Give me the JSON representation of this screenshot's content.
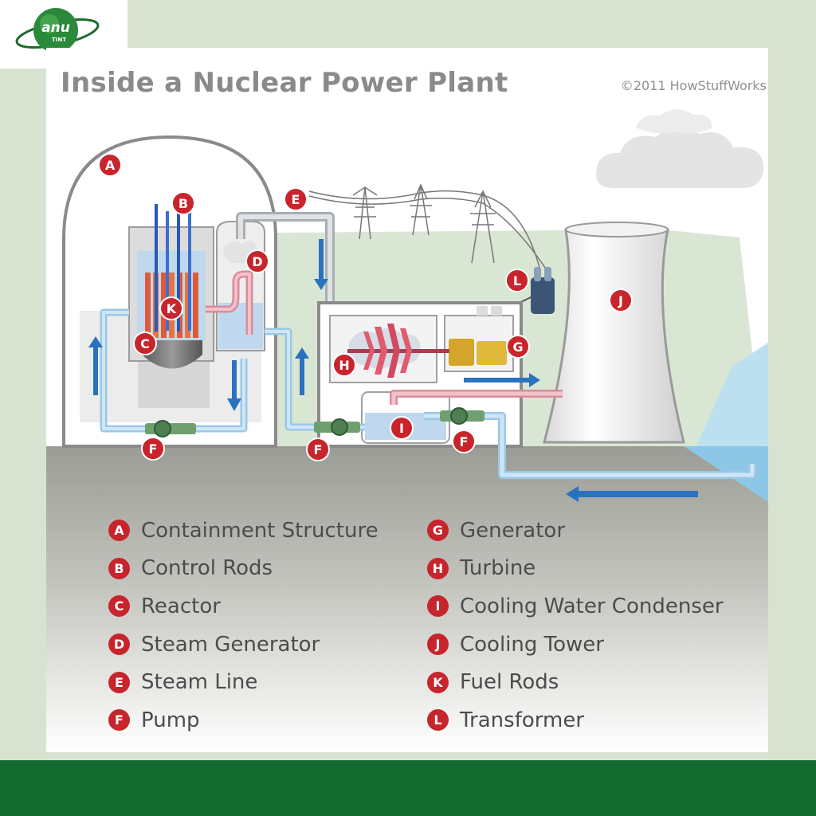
{
  "logo": {
    "text_top": "anu",
    "text_bottom": "TINT"
  },
  "title": "Inside a Nuclear Power Plant",
  "copyright": "©2011 HowStuffWorks",
  "markers": [
    {
      "letter": "A"
    },
    {
      "letter": "B"
    },
    {
      "letter": "E"
    },
    {
      "letter": "D"
    },
    {
      "letter": "L"
    },
    {
      "letter": "J"
    },
    {
      "letter": "K"
    },
    {
      "letter": "C"
    },
    {
      "letter": "H"
    },
    {
      "letter": "G"
    },
    {
      "letter": "I"
    },
    {
      "letter": "F"
    },
    {
      "letter": "F"
    },
    {
      "letter": "F"
    }
  ],
  "legend_left": [
    {
      "letter": "A",
      "label": "Containment Structure"
    },
    {
      "letter": "B",
      "label": "Control Rods"
    },
    {
      "letter": "C",
      "label": "Reactor"
    },
    {
      "letter": "D",
      "label": "Steam Generator"
    },
    {
      "letter": "E",
      "label": "Steam Line"
    },
    {
      "letter": "F",
      "label": "Pump"
    }
  ],
  "legend_right": [
    {
      "letter": "G",
      "label": "Generator"
    },
    {
      "letter": "H",
      "label": "Turbine"
    },
    {
      "letter": "I",
      "label": "Cooling Water Condenser"
    },
    {
      "letter": "J",
      "label": "Cooling Tower"
    },
    {
      "letter": "K",
      "label": "Fuel Rods"
    },
    {
      "letter": "L",
      "label": "Transformer"
    }
  ],
  "colors": {
    "marker_red": "#c8242c",
    "pipe_blue": "#aed3ee",
    "pipe_red": "#d98c9a",
    "flow_arrow": "#2a72c0",
    "footer_green": "#146b2f",
    "page_background": "#d8e2d0"
  }
}
